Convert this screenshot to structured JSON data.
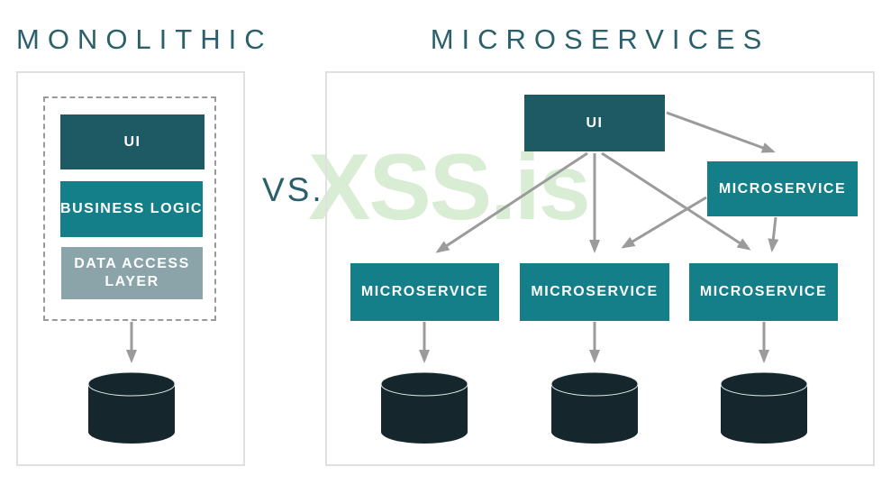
{
  "watermark": {
    "text": "XSS.is",
    "color": "#d8edd3"
  },
  "vs_label": "VS.",
  "monolithic": {
    "title": "MONOLITHIC",
    "layers": [
      {
        "label": "UI"
      },
      {
        "label": "BUSINESS LOGIC"
      },
      {
        "label": "DATA ACCESS LAYER"
      }
    ],
    "database_icon": "database-cylinder"
  },
  "microservices": {
    "title": "MICROSERVICES",
    "ui_label": "UI",
    "gateway_label": "MICROSERVICE",
    "services": [
      {
        "label": "MICROSERVICE"
      },
      {
        "label": "MICROSERVICE"
      },
      {
        "label": "MICROSERVICE"
      }
    ],
    "database_icon": "database-cylinder"
  },
  "colors": {
    "ui_box": "#1e5a64",
    "service_box": "#157f89",
    "data_access_box": "#8aa4aa",
    "database": "#15272c",
    "arrow": "#9b9b9b",
    "title_text": "#2a5f6b",
    "panel_border": "#e0e0e0",
    "dashed_border": "#9a9a9a",
    "watermark": "#d8edd3"
  }
}
